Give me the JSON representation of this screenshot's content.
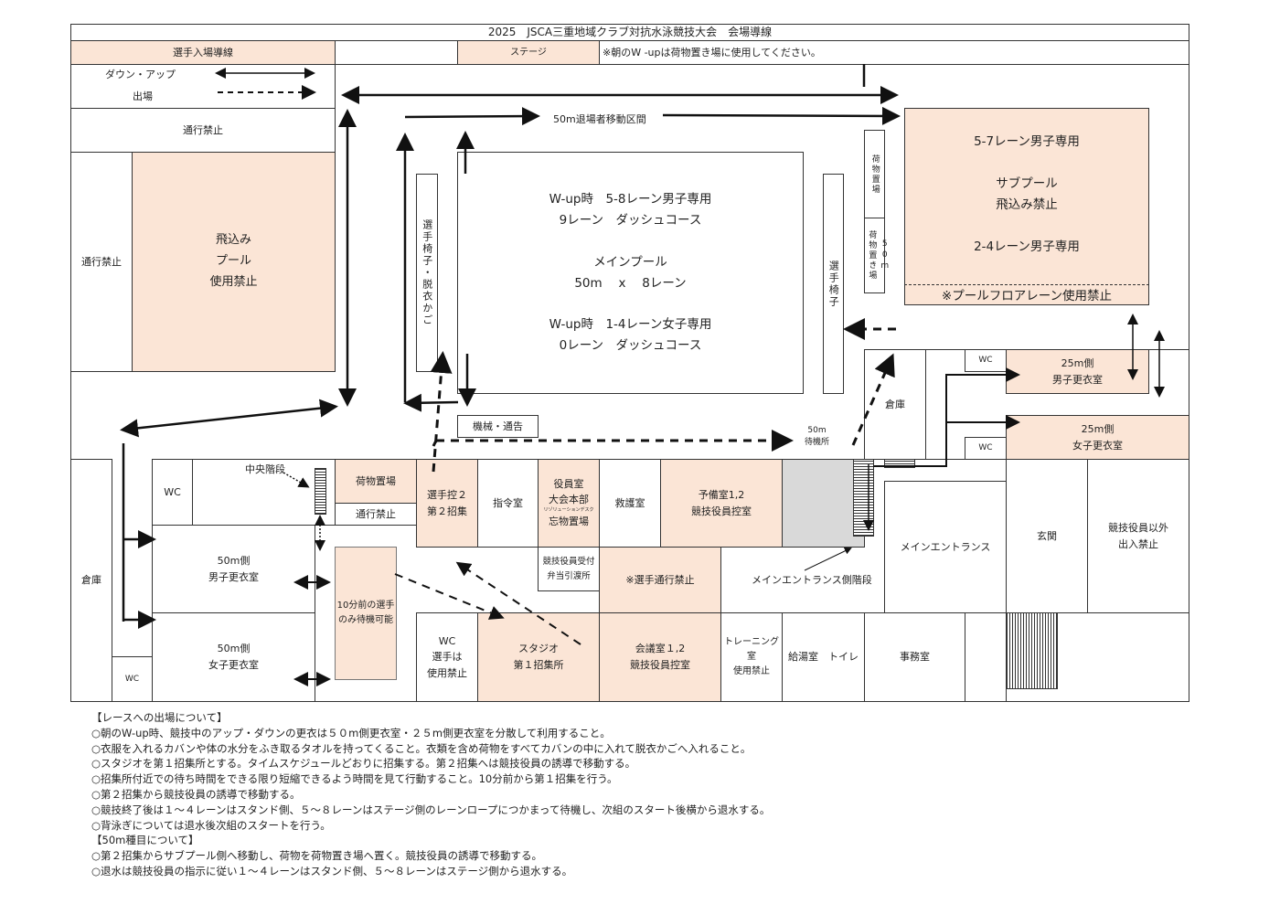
{
  "title": "2025　JSCA三重地域クラブ対抗水泳競技大会　会場導線",
  "header": {
    "entry_route": "選手入場導線",
    "stage": "ステージ",
    "note": "※朝のW -upは荷物置き場に使用してください。"
  },
  "legend": {
    "down_up": "ダウン・アップ",
    "entry": "出場"
  },
  "top": {
    "no_entry": "通行禁止",
    "exit_route": "50m退場者移動区間"
  },
  "left": {
    "no_entry": "通行禁止",
    "diving_pool": "飛込み\nプール\n使用禁止"
  },
  "main_pool": {
    "text": "W-up時　5-8レーン男子専用\n9レーン　ダッシュコース\n\nメインプール\n50m　 x　 8レーン\n\nW-up時　1-4レーン女子専用\n0レーン　ダッシュコース"
  },
  "chairs_left": "選手椅子・脱衣かご",
  "chairs_right": "選手椅子",
  "luggage1": "荷物置場",
  "luggage2": "荷物置き場",
  "luggage2_50m": "50m",
  "sub_pool": {
    "text": "5-7レーン男子専用\n\nサブプール\n飛込み禁止\n\n2-4レーン男子専用",
    "note": "※プールフロアレーン使用禁止"
  },
  "machine": "機械・通告",
  "waiting_50m": "50m\n待機所",
  "rooms": {
    "storage_left": "倉庫",
    "wc1": "WC",
    "wc2": "WC",
    "central_stairs": "中央階段",
    "men_50": "50m側\n男子更衣室",
    "women_50": "50m側\n女子更衣室",
    "luggage": "荷物置場",
    "no_entry": "通行禁止",
    "wait10": "10分前の選手\nのみ待機可能",
    "call2": "選手控２\n第２招集",
    "command": "指令室",
    "officials": "役員室\n大会本部",
    "resolution": "リゾリューションデスク",
    "lost": "忘物置場",
    "first_aid": "救護室",
    "reserve": "予備室1,2\n競技役員控室",
    "reception": "競技役員受付\n弁当引渡所",
    "no_swimmer": "※選手通行禁止",
    "main_stairs": "メインエントランス側階段",
    "wc3": "WC\n選手は\n使用禁止",
    "studio": "スタジオ\n第１招集所",
    "meeting": "会議室１,2\n競技役員控室",
    "training": "トレーニング\n室\n使用禁止",
    "kitchen": "給湯室　トイレ",
    "office": "事務室",
    "storage_right": "倉庫",
    "wc4": "WC",
    "wc5": "WC",
    "men_25": "25m側\n男子更衣室",
    "women_25": "25m側\n女子更衣室",
    "main_entrance": "メインエントランス",
    "entrance": "玄関",
    "staff_only": "競技役員以外\n出入禁止"
  },
  "notes": [
    "【レースへの出場について】",
    "○朝のW-up時、競技中のアップ・ダウンの更衣は５０m側更衣室・２５m側更衣室を分散して利用すること。",
    "○衣服を入れるカバンや体の水分をふき取るタオルを持ってくること。衣類を含め荷物をすべてカバンの中に入れて脱衣かごへ入れること。",
    "○スタジオを第１招集所とする。タイムスケジュールどおりに招集する。第２招集へは競技役員の誘導で移動する。",
    "○招集所付近での待ち時間をできる限り短縮できるよう時間を見て行動すること。10分前から第１招集を行う。",
    "○第２招集から競技役員の誘導で移動する。",
    "○競技終了後は１～４レーンはスタンド側、５～８レーンはステージ側のレーンロープにつかまって待機し、次組のスタート後横から退水する。",
    "○背泳ぎについては退水後次組のスタートを行う。",
    "【50m種目について】",
    "○第２招集からサブプール側へ移動し、荷物を荷物置き場へ置く。競技役員の誘導で移動する。",
    "○退水は競技役員の指示に従い１～４レーンはスタンド側、５～８レーンはステージ側から退水する。"
  ],
  "colors": {
    "room_highlight": "#fbe5d6",
    "restricted_gray": "#d9d9d9",
    "line": "#333333"
  }
}
